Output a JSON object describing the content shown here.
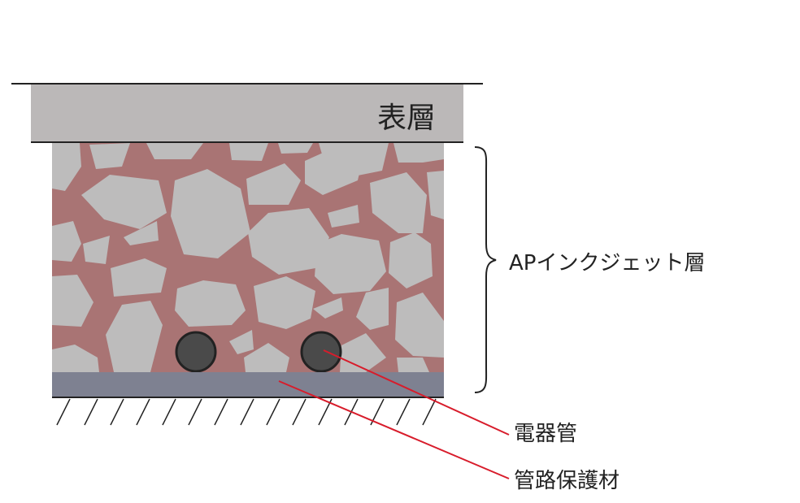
{
  "labels": {
    "surface": "表層",
    "ap_inkjet": "APインクジェット層",
    "conduit": "電器管",
    "protector": "管路保護材"
  },
  "colors": {
    "surface_fill": "#bbb8b8",
    "matrix": "#a97474",
    "stone": "#bdbcbc",
    "conduit_fill": "#4a4a4a",
    "protector_fill": "#7e8191",
    "leader_line": "#d81c2b",
    "outline": "#222222"
  }
}
